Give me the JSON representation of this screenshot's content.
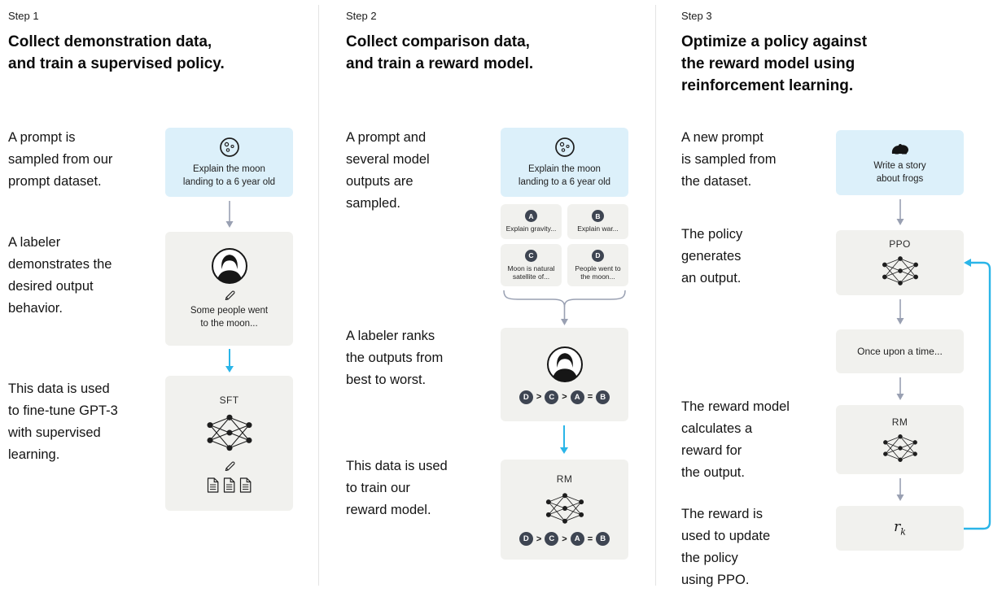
{
  "colors": {
    "accent_cyan": "#2ab5e8",
    "arrow_gray": "#99a0b2",
    "box_blue": "#dcf0fa",
    "box_gray": "#f1f1ee",
    "badge_dark": "#3e4552"
  },
  "steps": [
    {
      "label": "Step 1",
      "heading": "Collect demonstration data,\nand train a supervised policy.",
      "captions": {
        "prompt": "A prompt is\nsampled from our\nprompt dataset.",
        "labeler": "A labeler\ndemonstrates the\ndesired output\nbehavior.",
        "finetune": "This data is used\nto fine-tune GPT-3\nwith supervised\nlearning."
      },
      "boxes": {
        "prompt_text": "Explain the moon\nlanding to a 6 year old",
        "demo_text": "Some people went\nto the moon...",
        "sft_label": "SFT"
      }
    },
    {
      "label": "Step 2",
      "heading": "Collect comparison data,\nand train a reward model.",
      "captions": {
        "sampled": "A prompt and\nseveral model\noutputs are\nsampled.",
        "ranks": "A labeler ranks\nthe outputs from\nbest to worst.",
        "train_rm": "This data is used\nto train our\nreward model."
      },
      "boxes": {
        "prompt_text": "Explain the moon\nlanding to a 6 year old",
        "outputs": [
          {
            "letter": "A",
            "text": "Explain gravity..."
          },
          {
            "letter": "B",
            "text": "Explain war..."
          },
          {
            "letter": "C",
            "text": "Moon is natural\nsatellite of..."
          },
          {
            "letter": "D",
            "text": "People went to\nthe moon..."
          }
        ],
        "ranking": [
          "D",
          ">",
          "C",
          ">",
          "A",
          "=",
          "B"
        ],
        "rm_label": "RM"
      }
    },
    {
      "label": "Step 3",
      "heading": "Optimize a policy against\nthe reward model using\nreinforcement learning.",
      "captions": {
        "new_prompt": "A new prompt\nis sampled from\nthe dataset.",
        "policy": "The policy\ngenerates\nan output.",
        "reward_calc": "The reward model\ncalculates a\nreward for\nthe output.",
        "reward_update": "The reward is\nused to update\nthe policy\nusing PPO."
      },
      "boxes": {
        "prompt_text": "Write a story\nabout frogs",
        "ppo_label": "PPO",
        "output_text": "Once upon a time...",
        "rm_label": "RM",
        "reward_symbol": "r",
        "reward_subscript": "k"
      }
    }
  ]
}
